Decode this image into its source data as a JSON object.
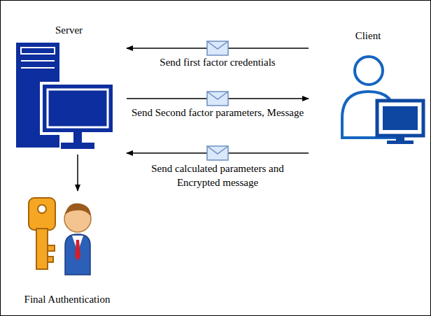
{
  "diagram": {
    "nodes": [
      {
        "text": [
          "Server"
        ]
      },
      {
        "text": [
          "Client"
        ]
      },
      {
        "text": [
          "Final Authentication"
        ]
      }
    ],
    "edges": [
      {
        "from": 1,
        "to": 0,
        "label": "Send first factor credentials",
        "arrow": "to"
      },
      {
        "from": 0,
        "to": 1,
        "label": "Send Second factor parameters, Message",
        "arrow": "to"
      },
      {
        "from": 1,
        "to": 0,
        "label": "Send calculated parameters and Encrypted message",
        "arrow": "to"
      },
      {
        "from": 0,
        "to": 2,
        "arrow": "to"
      }
    ]
  }
}
